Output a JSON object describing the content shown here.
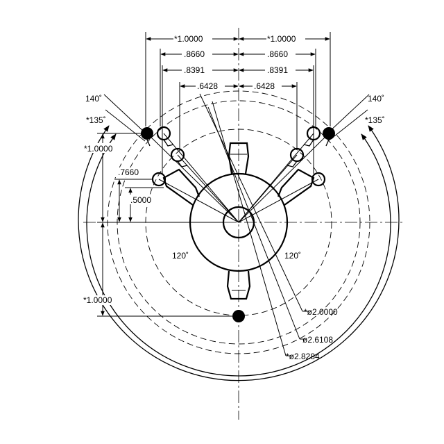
{
  "dimensions": {
    "top_row1_left": "*1.0000",
    "top_row1_right": "*1.0000",
    "top_row2_left": ".8660",
    "top_row2_right": ".8660",
    "top_row3_left": ".8391",
    "top_row3_right": ".8391",
    "top_row4_left": ".6428",
    "top_row4_right": ".6428",
    "left_vert_1": "*1.0000",
    "left_vert_2": ".7660",
    "left_vert_3": ".5000",
    "left_vert_4": "*1.0000",
    "dia_1": "*ø2.0000",
    "dia_2": "ø2.6108",
    "dia_3": "*ø2.8284"
  },
  "angles": {
    "left_outer": "140˚",
    "left_inner": "*135˚",
    "right_outer": "140˚",
    "right_inner": "*135˚",
    "left_arm": "120˚",
    "right_arm": "120˚"
  },
  "colors": {
    "ink": "#000000",
    "background": "#ffffff"
  }
}
